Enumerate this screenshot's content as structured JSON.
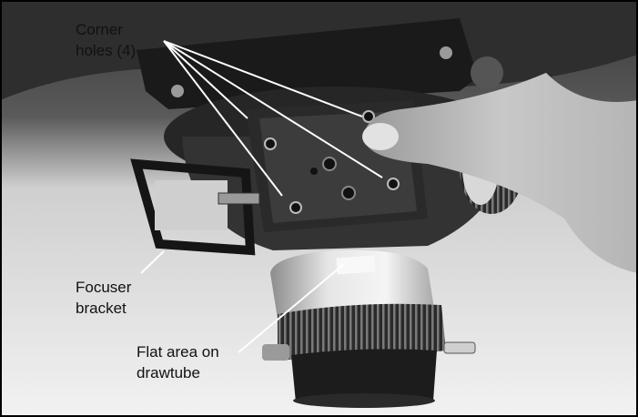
{
  "callouts": {
    "corner_holes": {
      "line1": "Corner",
      "line2": "holes (4)"
    },
    "focuser_bracket": {
      "line1": "Focuser",
      "line2": "bracket"
    },
    "flat_area": {
      "line1": "Flat area on",
      "line2": "drawtube"
    }
  },
  "colors": {
    "frame": "#000000",
    "annotation": "#111111",
    "background": "#eeeeee"
  }
}
